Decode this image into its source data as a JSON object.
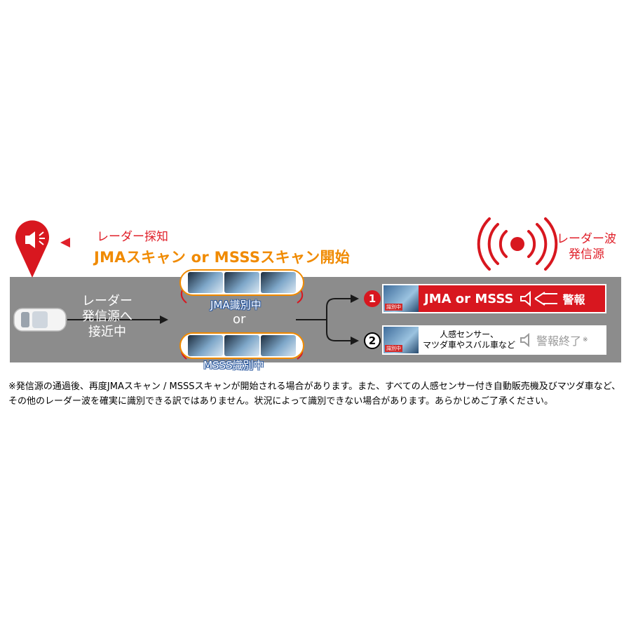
{
  "labels": {
    "detect": "レーダー探知",
    "scan_start": "JMAスキャン or MSSSスキャン開始",
    "source_line1": "レーダー波",
    "source_line2": "発信源",
    "approach_line1": "レーダー",
    "approach_line2": "発信源へ",
    "approach_line3": "接近中",
    "or_mid": "or",
    "jma_scan": "JMA識別中",
    "msss_scan": "MSSS識別中",
    "thumb_tag": "識別中"
  },
  "results": [
    {
      "number": "1",
      "text": "JMA or MSSS",
      "action": "警報"
    },
    {
      "number": "2",
      "line1": "人感センサー、",
      "line2": "マツダ車やスバル車など",
      "action": "警報終了",
      "mark": "※"
    }
  ],
  "footnote": "※発信源の通過後、再度JMAスキャン / MSSSスキャンが開始される場合があります。また、すべての人感センサー付き自動販売機及びマツダ車など、その他のレーダー波を確実に識別できる訳ではありません。状況によって識別できない場合があります。あらかじめご了承ください。",
  "colors": {
    "red": "#e0202a",
    "orange": "#f08a00",
    "road": "#8c8c8c",
    "alert_red": "#d8171f"
  },
  "icons": [
    "speaker-alert-icon",
    "radar-wave-icon",
    "car-icon",
    "arrow-icon"
  ]
}
